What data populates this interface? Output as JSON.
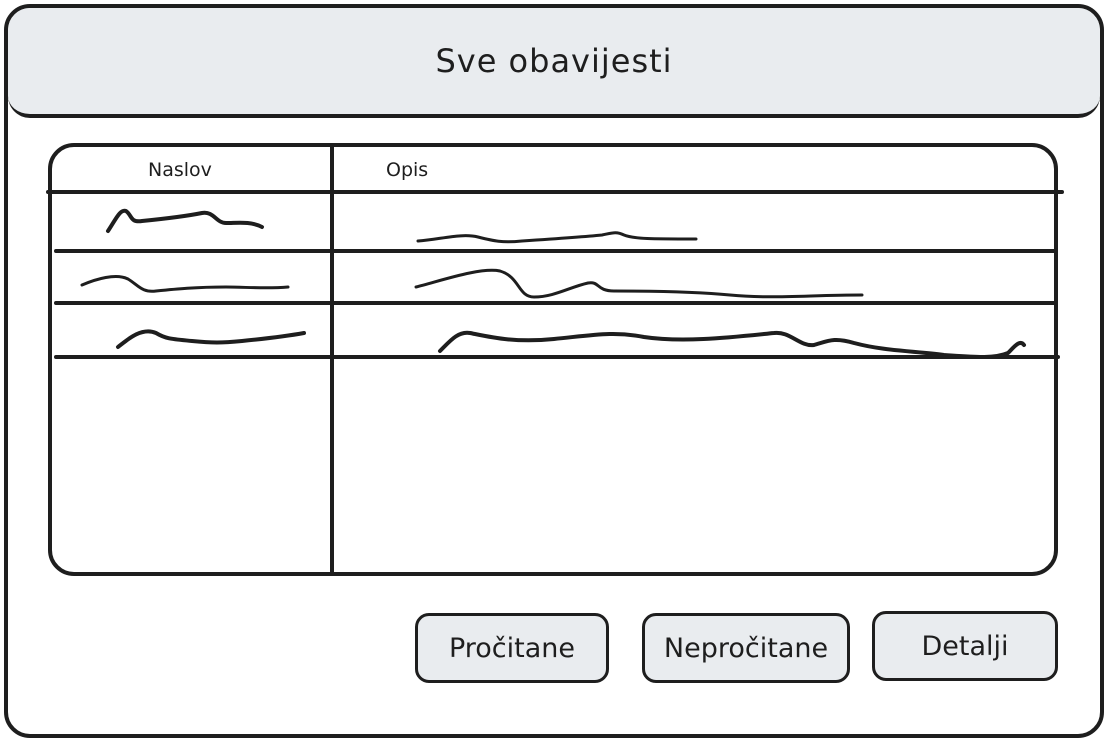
{
  "window": {
    "title": "Sve obavijesti"
  },
  "table": {
    "columns": [
      "Naslov",
      "Opis"
    ],
    "rows": [
      {
        "naslov": "",
        "opis": ""
      },
      {
        "naslov": "",
        "opis": ""
      },
      {
        "naslov": "",
        "opis": ""
      }
    ]
  },
  "actions": {
    "read_label": "Pročitane",
    "unread_label": "Nepročitane",
    "details_label": "Detalji"
  },
  "colors": {
    "stroke": "#1e1e1e",
    "panel_fill": "#e9ecef",
    "background": "#ffffff"
  }
}
